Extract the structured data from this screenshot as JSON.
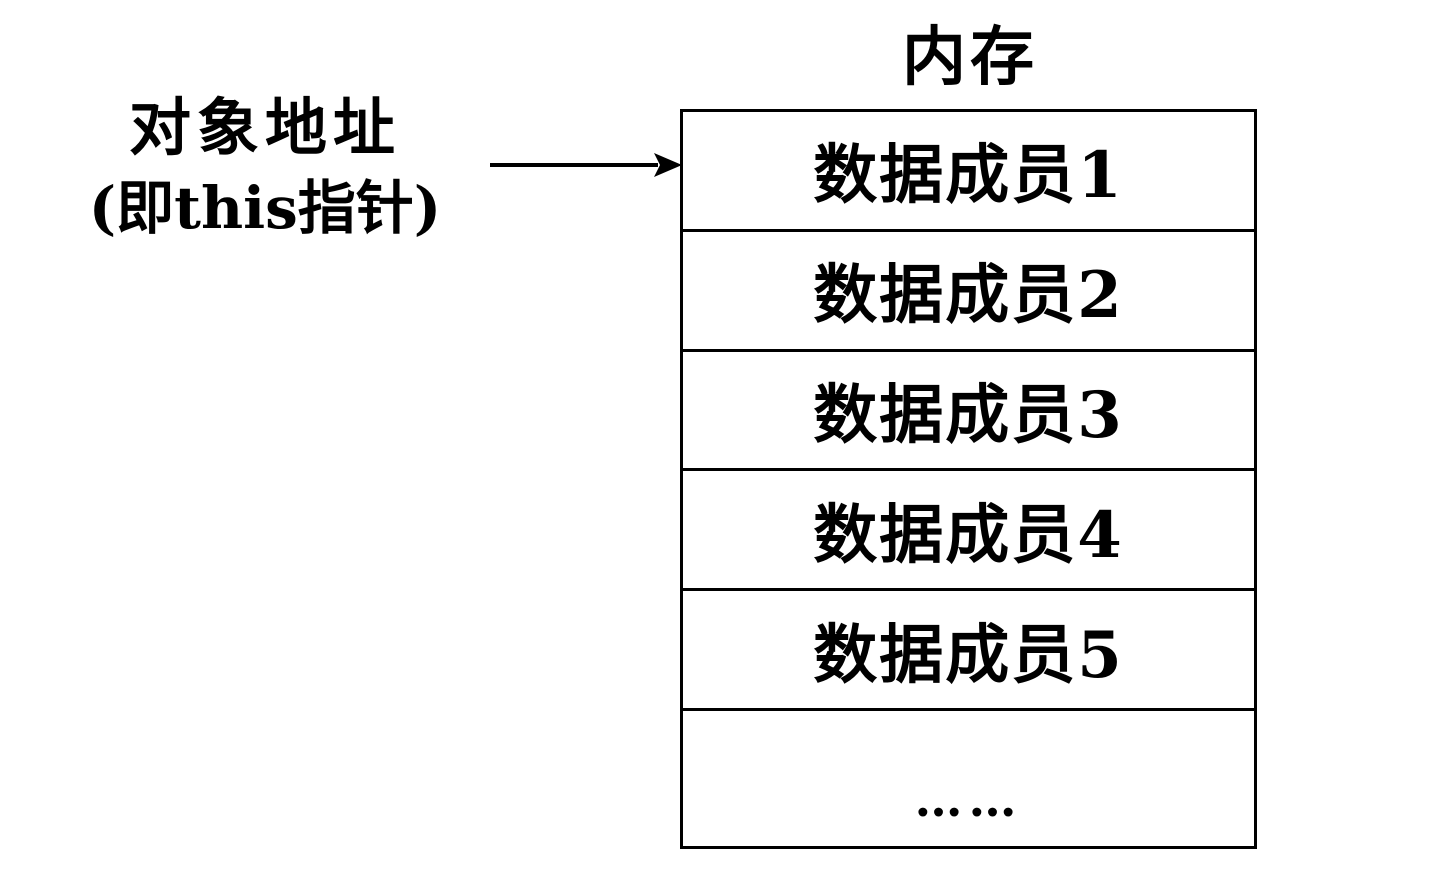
{
  "memory": {
    "title": "内存",
    "cells": [
      {
        "label": "数据成员1"
      },
      {
        "label": "数据成员2"
      },
      {
        "label": "数据成员3"
      },
      {
        "label": "数据成员4"
      },
      {
        "label": "数据成员5"
      },
      {
        "label": "……"
      }
    ]
  },
  "pointer": {
    "line1": "对象地址",
    "line2": "(即this指针)"
  }
}
